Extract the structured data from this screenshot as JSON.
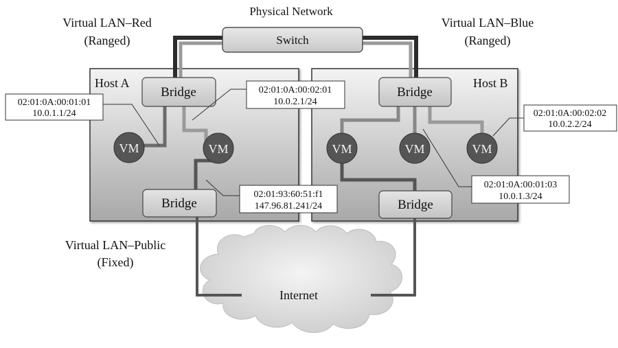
{
  "labels": {
    "physical_network": "Physical Network",
    "switch": "Switch",
    "vlan_red": [
      "Virtual LAN–Red",
      "(Ranged)"
    ],
    "vlan_blue": [
      "Virtual LAN–Blue",
      "(Ranged)"
    ],
    "vlan_public": [
      "Virtual LAN–Public",
      "(Fixed)"
    ],
    "internet": "Internet"
  },
  "host_a": {
    "label": "Host A",
    "bridge_top": "Bridge",
    "bridge_bottom": "Bridge",
    "vms": [
      "VM",
      "VM"
    ]
  },
  "host_b": {
    "label": "Host B",
    "bridge_top": "Bridge",
    "bridge_bottom": "Bridge",
    "vms": [
      "VM",
      "VM",
      "VM"
    ]
  },
  "nic_labels": {
    "a_vm1": [
      "02:01:0A:00:01:01",
      "10.0.1.1/24"
    ],
    "a_vm2_blue": [
      "02:01:0A:00:02:01",
      "10.0.2.1/24"
    ],
    "a_vm2_public": [
      "02:01:93:60:51:f1",
      "147.96.81.241/24"
    ],
    "b_vm3": [
      "02:01:0A:00:02:02",
      "10.0.2.2/24"
    ],
    "b_vm2": [
      "02:01:0A:00:01:03",
      "10.0.1.3/24"
    ]
  },
  "colors": {
    "red_link": "#555555",
    "blue_link": "#9a9a9a",
    "public_link": "#555555",
    "vm_fill": "#555555",
    "bridge_fill": "#d4d4d4",
    "host_gradient_top": "#f2f2f2",
    "host_gradient_bottom": "#a9a9a9"
  }
}
